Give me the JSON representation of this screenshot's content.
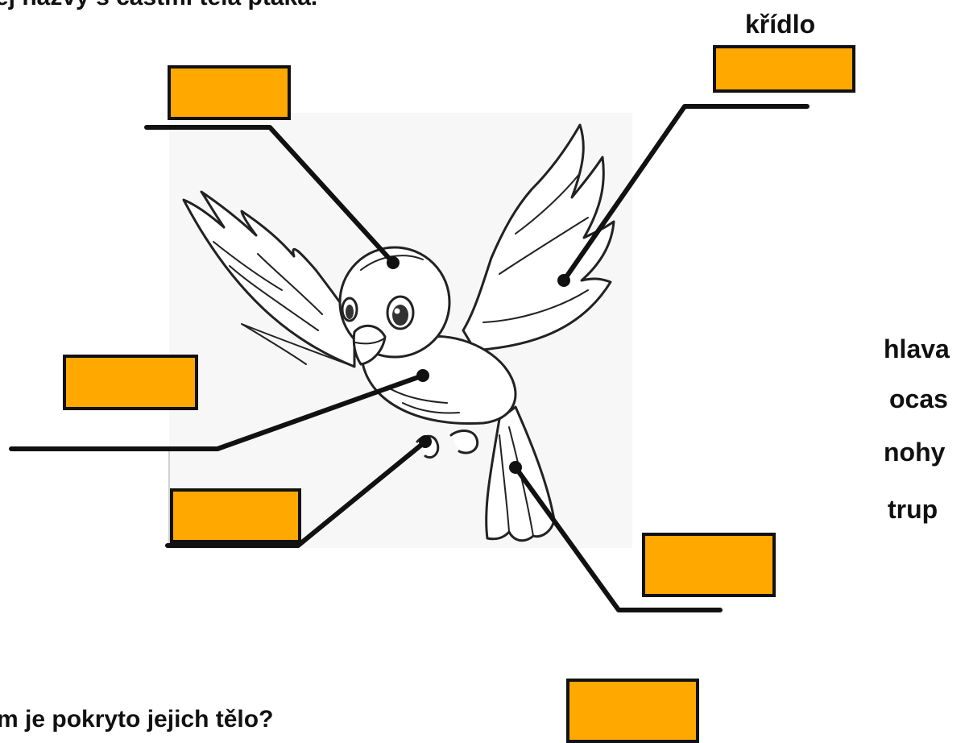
{
  "title_partial": "ěj názvy s částmi těla ptáka.",
  "question_partial": "m je pokryto jejich tělo?",
  "word_bank": [
    "křídlo",
    "hlava",
    "ocas",
    "nohy",
    "trup"
  ],
  "colors": {
    "answer_box": "#FFA800",
    "line": "#111111"
  },
  "bird_image": "bird-outline-illustration"
}
